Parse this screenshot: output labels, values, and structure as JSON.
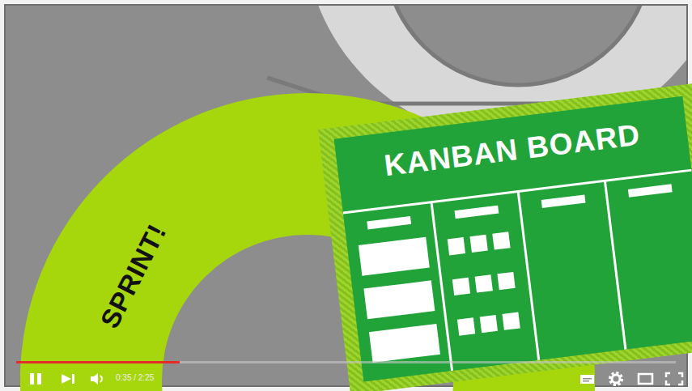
{
  "diagram": {
    "nodes": [
      {
        "text": [
          "SPRINT!"
        ]
      },
      {
        "text": [
          "KANBAN BOARD"
        ]
      }
    ],
    "labels": [
      "0:35 / 2:25"
    ]
  }
}
